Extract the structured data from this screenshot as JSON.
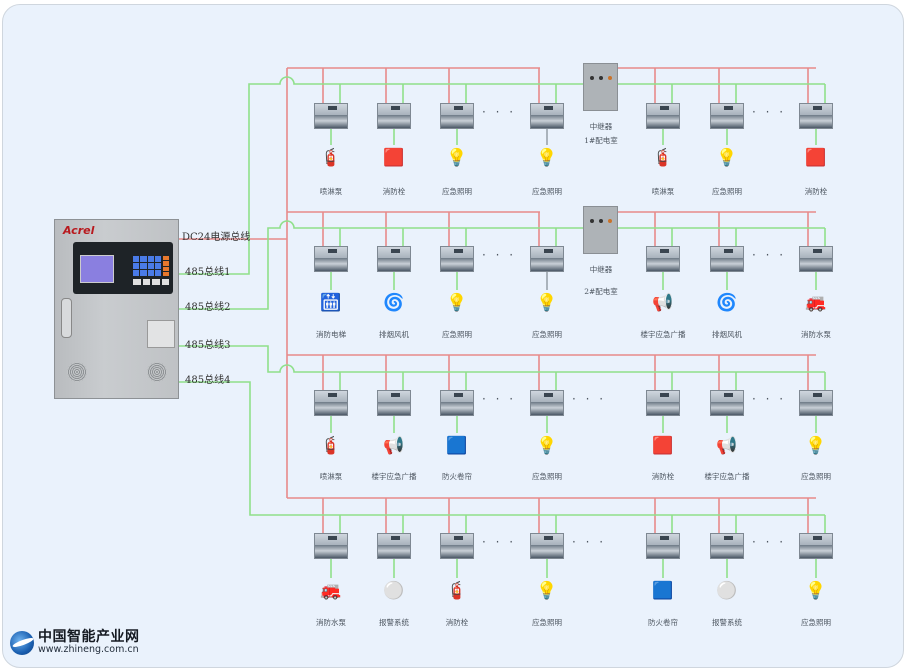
{
  "diagram": {
    "cabinet": {
      "brand": "Acrel",
      "icon": "control-cabinet-icon"
    },
    "bus_labels": [
      "DC24电源总线",
      "485总线1",
      "485总线2",
      "485总线3",
      "485总线4"
    ],
    "repeaters": [
      {
        "name": "中继器",
        "location": "1#配电室"
      },
      {
        "name": "中继器",
        "location": "2#配电室"
      }
    ],
    "ellipsis": "· · ·",
    "rows": [
      {
        "bus": "485总线1",
        "devices": [
          {
            "label": "喷淋泵",
            "icon": "sprinkler-pump-icon"
          },
          {
            "label": "消防栓",
            "icon": "fire-hydrant-box-icon"
          },
          {
            "label": "应急照明",
            "icon": "emergency-light-icon"
          },
          {
            "label": "应急照明",
            "icon": "emergency-light-icon"
          },
          {
            "label": "喷淋泵",
            "icon": "sprinkler-pump-icon"
          },
          {
            "label": "应急照明",
            "icon": "emergency-light-icon"
          },
          {
            "label": "消防栓",
            "icon": "fire-hydrant-box-icon"
          }
        ]
      },
      {
        "bus": "485总线2",
        "devices": [
          {
            "label": "消防电梯",
            "icon": "fire-elevator-icon"
          },
          {
            "label": "排烟风机",
            "icon": "smoke-exhaust-fan-icon"
          },
          {
            "label": "应急照明",
            "icon": "emergency-light-icon"
          },
          {
            "label": "应急照明",
            "icon": "emergency-light-icon"
          },
          {
            "label": "楼宇应急广播",
            "icon": "broadcast-speaker-icon"
          },
          {
            "label": "排烟风机",
            "icon": "smoke-exhaust-fan-icon"
          },
          {
            "label": "消防水泵",
            "icon": "fire-water-pump-icon"
          }
        ]
      },
      {
        "bus": "485总线3",
        "devices": [
          {
            "label": "喷淋泵",
            "icon": "sprinkler-pump-icon"
          },
          {
            "label": "楼宇应急广播",
            "icon": "broadcast-speaker-icon"
          },
          {
            "label": "防火卷帘",
            "icon": "fire-shutter-icon"
          },
          {
            "label": "应急照明",
            "icon": "emergency-light-icon"
          },
          {
            "label": "消防栓",
            "icon": "fire-hydrant-box-icon"
          },
          {
            "label": "楼宇应急广播",
            "icon": "broadcast-speaker-icon"
          },
          {
            "label": "应急照明",
            "icon": "emergency-light-icon"
          }
        ]
      },
      {
        "bus": "485总线4",
        "devices": [
          {
            "label": "消防水泵",
            "icon": "fire-water-pump-icon"
          },
          {
            "label": "报警系统",
            "icon": "smoke-detector-icon"
          },
          {
            "label": "消防栓",
            "icon": "fire-extinguisher-system-icon"
          },
          {
            "label": "应急照明",
            "icon": "emergency-light-icon"
          },
          {
            "label": "防火卷帘",
            "icon": "fire-shutter-icon"
          },
          {
            "label": "报警系统",
            "icon": "smoke-detector-icon"
          },
          {
            "label": "应急照明",
            "icon": "emergency-light-icon"
          }
        ]
      }
    ],
    "wire_colors": {
      "power": "#e88a8a",
      "rs485": "#8fe08a"
    }
  },
  "watermark": {
    "name": "中国智能产业网",
    "url": "www.zhineng.com.cn"
  }
}
